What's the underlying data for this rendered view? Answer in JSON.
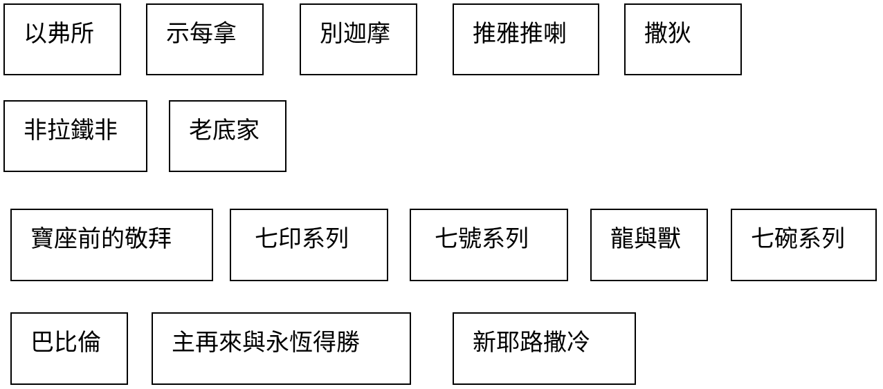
{
  "boxes": [
    {
      "id": "ephesus",
      "label": "以弗所"
    },
    {
      "id": "smyrna",
      "label": "示每拿"
    },
    {
      "id": "pergamum",
      "label": "別迦摩"
    },
    {
      "id": "thyatira",
      "label": "推雅推喇"
    },
    {
      "id": "sardis",
      "label": "撒狄"
    },
    {
      "id": "philadelphia",
      "label": "非拉鐵非"
    },
    {
      "id": "laodicea",
      "label": "老底家"
    },
    {
      "id": "throne-worship",
      "label": "寶座前的敬拜"
    },
    {
      "id": "seven-seals",
      "label": "七印系列"
    },
    {
      "id": "seven-trumpets",
      "label": "七號系列"
    },
    {
      "id": "dragon-beast",
      "label": "龍與獸"
    },
    {
      "id": "seven-bowls",
      "label": "七碗系列"
    },
    {
      "id": "babylon",
      "label": "巴比倫"
    },
    {
      "id": "return-eternal-victory",
      "label": "主再來與永恆得勝"
    },
    {
      "id": "new-jerusalem",
      "label": "新耶路撒冷"
    }
  ]
}
